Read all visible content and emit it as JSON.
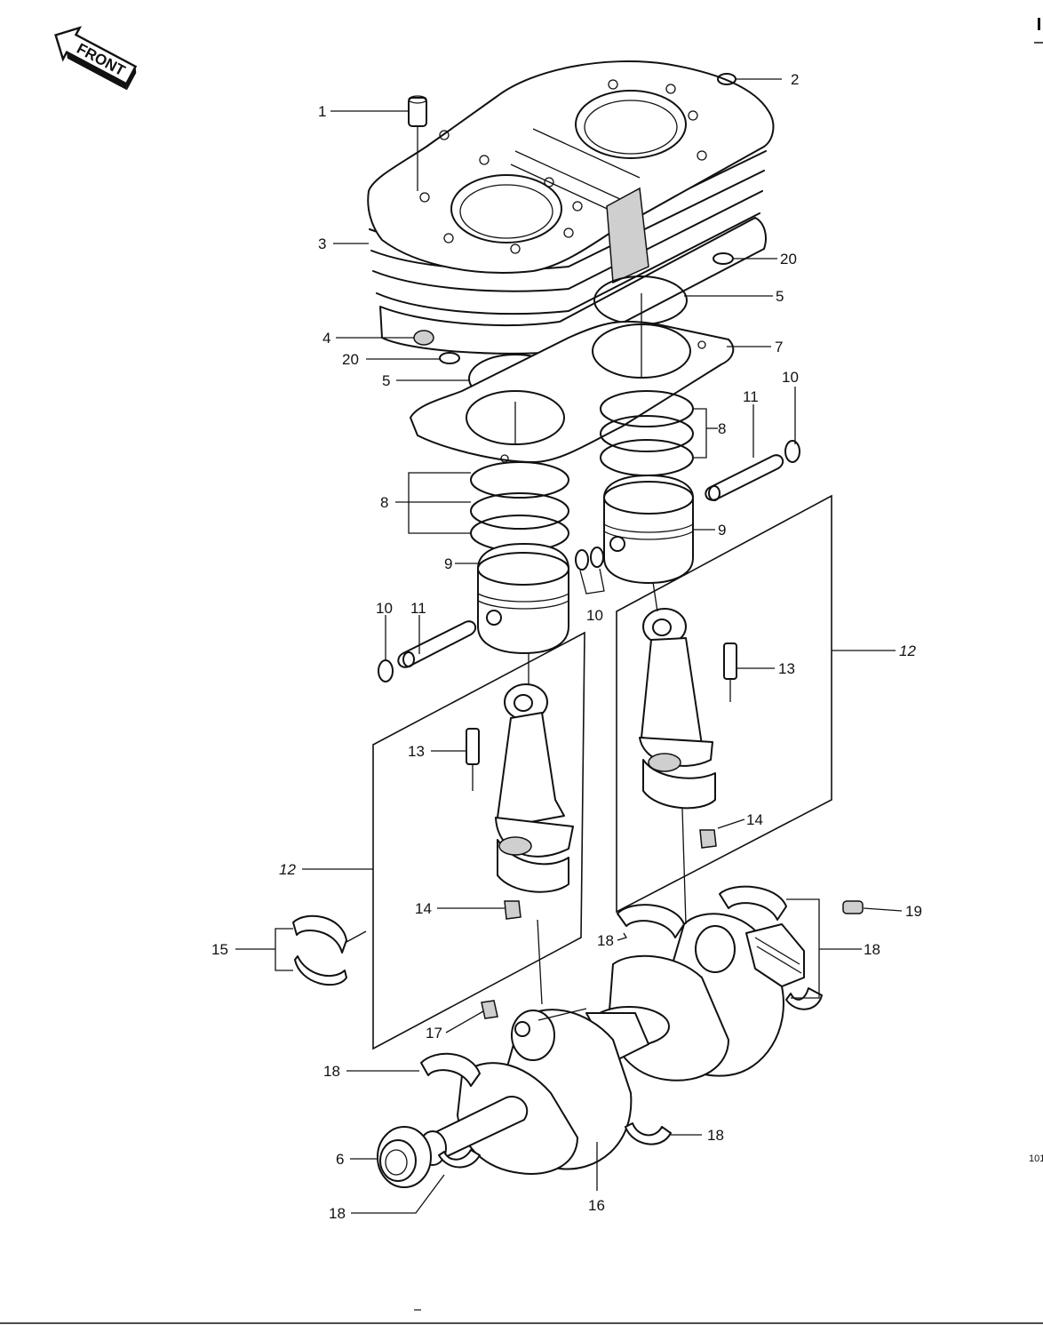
{
  "front_badge": {
    "text": "FRONT",
    "icon": "front-arrow-icon"
  },
  "page_code": "101",
  "callouts": [
    {
      "id": "c1",
      "text": "1"
    },
    {
      "id": "c2",
      "text": "2"
    },
    {
      "id": "c3",
      "text": "3"
    },
    {
      "id": "c20a",
      "text": "20"
    },
    {
      "id": "c5a",
      "text": "5"
    },
    {
      "id": "c4",
      "text": "4"
    },
    {
      "id": "c7",
      "text": "7"
    },
    {
      "id": "c20b",
      "text": "20"
    },
    {
      "id": "c5b",
      "text": "5"
    },
    {
      "id": "c10a",
      "text": "10"
    },
    {
      "id": "c11a",
      "text": "11"
    },
    {
      "id": "c8a",
      "text": "8"
    },
    {
      "id": "c8b",
      "text": "8"
    },
    {
      "id": "c9a",
      "text": "9"
    },
    {
      "id": "c9b",
      "text": "9"
    },
    {
      "id": "c10b",
      "text": "10"
    },
    {
      "id": "c11b",
      "text": "11"
    },
    {
      "id": "c10c",
      "text": "10"
    },
    {
      "id": "c12a",
      "text": "12"
    },
    {
      "id": "c13a",
      "text": "13"
    },
    {
      "id": "c13b",
      "text": "13"
    },
    {
      "id": "c14a",
      "text": "14"
    },
    {
      "id": "c12b",
      "text": "12"
    },
    {
      "id": "c14b",
      "text": "14"
    },
    {
      "id": "c19",
      "text": "19"
    },
    {
      "id": "c15",
      "text": "15"
    },
    {
      "id": "c18a",
      "text": "18"
    },
    {
      "id": "c18b",
      "text": "18"
    },
    {
      "id": "c17",
      "text": "17"
    },
    {
      "id": "c18c",
      "text": "18"
    },
    {
      "id": "c18d",
      "text": "18"
    },
    {
      "id": "c6",
      "text": "6"
    },
    {
      "id": "c16",
      "text": "16"
    },
    {
      "id": "c18e",
      "text": "18"
    }
  ]
}
